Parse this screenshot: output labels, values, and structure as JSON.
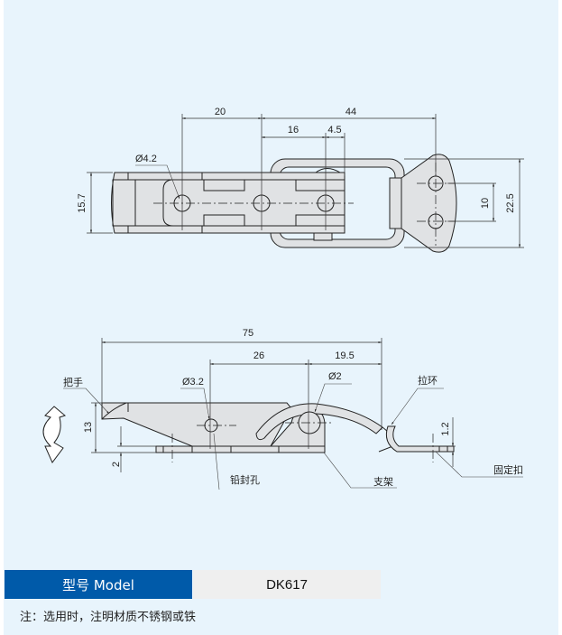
{
  "top_view": {
    "dims": {
      "d20": "20",
      "d44": "44",
      "d16": "16",
      "d4_5": "4.5",
      "d15_7": "15.7",
      "d10": "10",
      "d22_5": "22.5"
    },
    "hole_label": "Ø4.2"
  },
  "side_view": {
    "dims": {
      "d75": "75",
      "d26": "26",
      "d19_5": "19.5",
      "d13": "13",
      "d2": "2",
      "d1_2": "1.2"
    },
    "labels": {
      "seal_hole_dia": "Ø3.2",
      "pivot_dia": "Ø2",
      "handle": "把手",
      "pull_ring": "拉环",
      "seal_hole": "铅封孔",
      "bracket": "支架",
      "catch": "固定扣"
    }
  },
  "spec_table": {
    "model_label": "型号 Model",
    "model_value": "DK617"
  },
  "note": "注：选用时，注明材质不锈钢或铁",
  "colors": {
    "background": "#e8f4fc",
    "header": "#005aa9",
    "cell": "#efefef"
  }
}
